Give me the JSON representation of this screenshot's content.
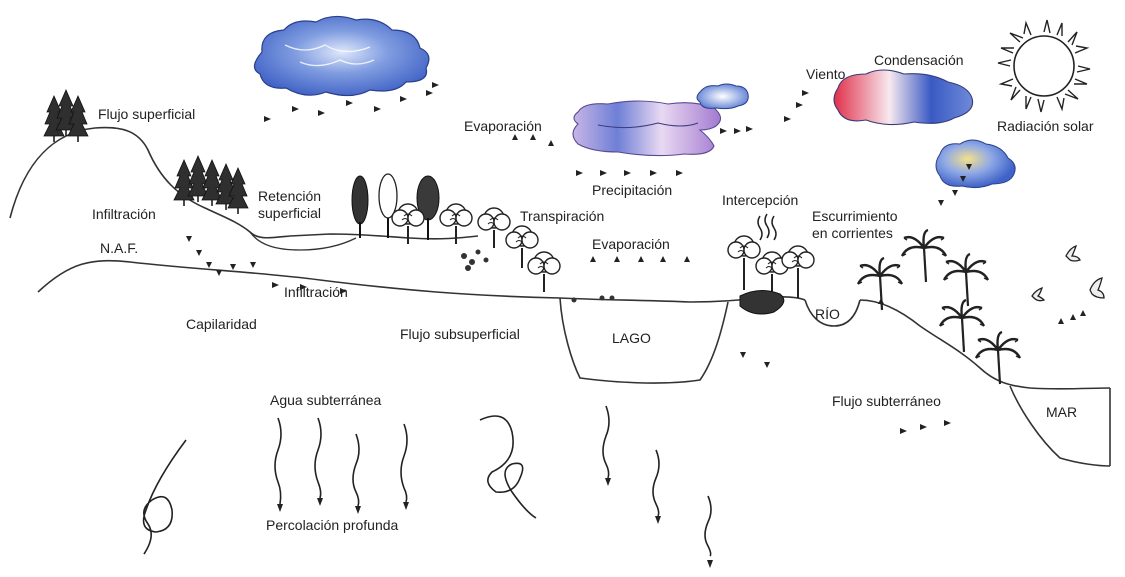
{
  "labels": {
    "flujo_superficial": "Flujo superficial",
    "evaporacion_top": "Evaporación",
    "viento": "Viento",
    "condensacion": "Condensación",
    "radiacion_solar": "Radiación solar",
    "retencion_superficial": "Retención superficial",
    "infiltracion_top": "Infiltración",
    "transpiracion": "Transpiración",
    "precipitacion": "Precipitación",
    "intercepcion": "Intercepción",
    "escurrimiento": "Escurrimiento en corrientes",
    "naf": "N.A.F.",
    "evaporacion_mid": "Evaporación",
    "infiltracion_low": "Infiltración",
    "capilaridad": "Capilaridad",
    "flujo_subsuperficial": "Flujo subsuperficial",
    "lago": "LAGO",
    "rio": "RÍO",
    "flujo_subterraneo": "Flujo subterráneo",
    "mar": "MAR",
    "agua_subterranea": "Agua subterránea",
    "percolacion_profunda": "Percolación profunda"
  },
  "icons": [
    "cloud-icon",
    "sun-icon",
    "tree-icon",
    "palm-tree-icon",
    "bird-icon",
    "water-drop-icon",
    "arrow-icon",
    "steam-icon"
  ],
  "colors": {
    "cloud_blue": "#4a6fc9",
    "cloud_purple": "#8a6cc0",
    "cloud_red": "#e0304a",
    "ink": "#222222",
    "tree_dark": "#2b2b2b"
  }
}
